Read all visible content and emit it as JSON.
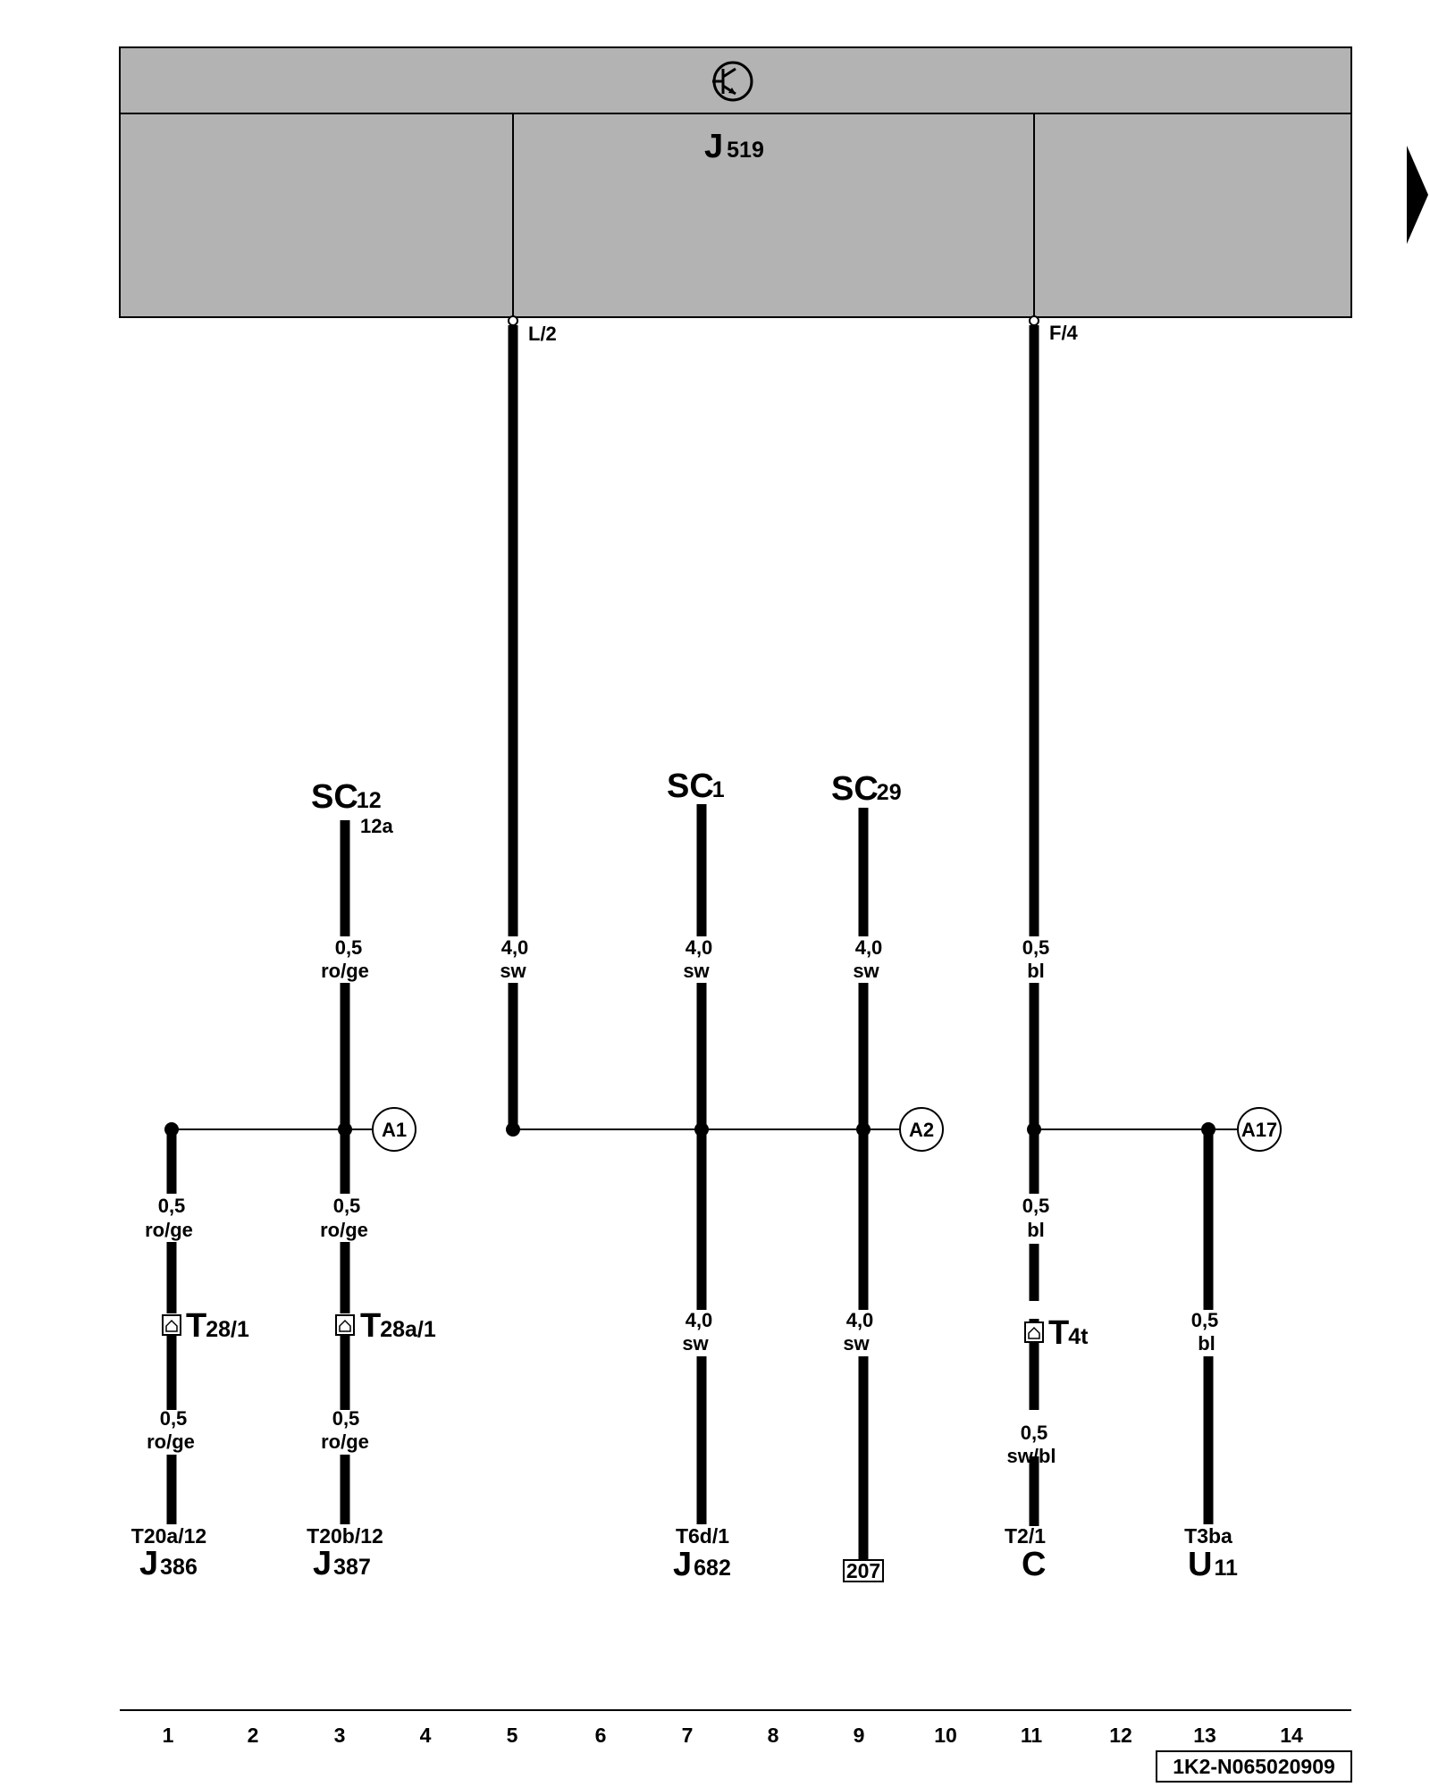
{
  "control_unit": {
    "name": "J",
    "sub": "519",
    "symbol": "transistor-symbol-icon",
    "fill": "#b3b3b3",
    "pins": [
      "L/2",
      "F/4"
    ]
  },
  "wires": {
    "w5_top": {
      "gauge": "4,0",
      "color": "sw"
    },
    "w11_top": {
      "gauge": "0,5",
      "color": "bl"
    },
    "w3_top": {
      "gauge": "0,5",
      "color": "ro/ge"
    },
    "w7_top": {
      "gauge": "4,0",
      "color": "sw"
    },
    "w9_top": {
      "gauge": "4,0",
      "color": "sw"
    },
    "w1_mid": {
      "gauge": "0,5",
      "color": "ro/ge"
    },
    "w3_mid": {
      "gauge": "0,5",
      "color": "ro/ge"
    },
    "w11_mid": {
      "gauge": "0,5",
      "color": "bl"
    },
    "w1_bot": {
      "gauge": "0,5",
      "color": "ro/ge"
    },
    "w3_bot": {
      "gauge": "0,5",
      "color": "ro/ge"
    },
    "w7_bot": {
      "gauge": "4,0",
      "color": "sw"
    },
    "w9_bot": {
      "gauge": "4,0",
      "color": "sw"
    },
    "w11_bot": {
      "gauge": "0,5",
      "color": "sw/bl"
    },
    "w13_bot": {
      "gauge": "0,5",
      "color": "bl"
    }
  },
  "fuses": {
    "sc12": {
      "name": "SC",
      "num": "12",
      "pin": "12a"
    },
    "sc1": {
      "name": "SC",
      "num": "1"
    },
    "sc29": {
      "name": "SC",
      "num": "29"
    }
  },
  "splices": [
    "A1",
    "A2",
    "A17"
  ],
  "connectors": {
    "t28": {
      "name": "T",
      "sub": "28/1"
    },
    "t28a": {
      "name": "T",
      "sub": "28a/1"
    },
    "t4t": {
      "name": "T",
      "sub": "4t"
    }
  },
  "terminals": {
    "j386": {
      "pin": "T20a/12",
      "name": "J",
      "sub": "386"
    },
    "j387": {
      "pin": "T20b/12",
      "name": "J",
      "sub": "387"
    },
    "j682": {
      "pin": "T6d/1",
      "name": "J",
      "sub": "682"
    },
    "ground": {
      "label": "207"
    },
    "c": {
      "pin": "T2/1",
      "name": "C"
    },
    "u11": {
      "pin": "T3ba",
      "name": "U",
      "sub": "11"
    }
  },
  "columns": [
    "1",
    "2",
    "3",
    "4",
    "5",
    "6",
    "7",
    "8",
    "9",
    "10",
    "11",
    "12",
    "13",
    "14"
  ],
  "doc_id": "1K2-N065020909"
}
